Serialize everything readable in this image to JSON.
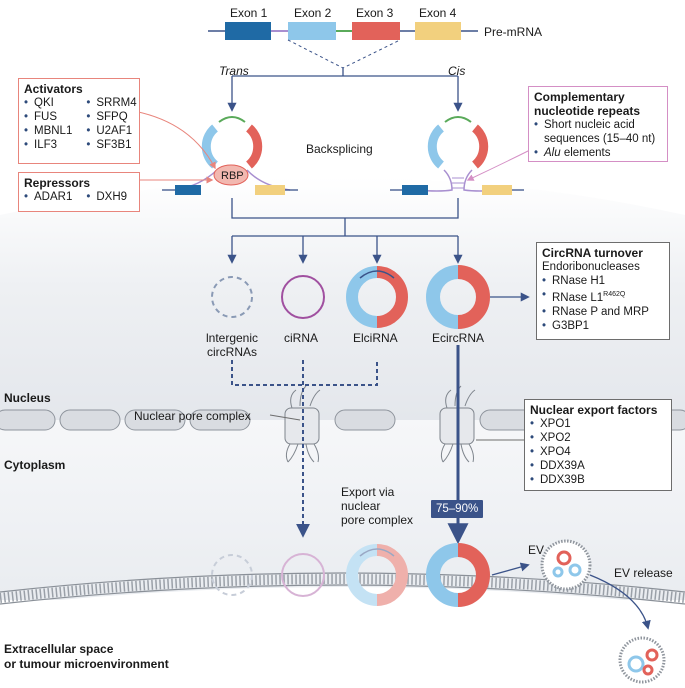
{
  "exons": [
    "Exon 1",
    "Exon 2",
    "Exon 3",
    "Exon 4"
  ],
  "pre_mrna": "Pre-mRNA",
  "trans": "Trans",
  "cis": "Cis",
  "backsplicing": "Backsplicing",
  "rbp": "RBP",
  "activators": {
    "title": "Activators",
    "col1": [
      "QKI",
      "FUS",
      "MBNL1",
      "ILF3"
    ],
    "col2": [
      "SRRM4",
      "SFPQ",
      "U2AF1",
      "SF3B1"
    ]
  },
  "repressors": {
    "title": "Repressors",
    "items": [
      "ADAR1",
      "DXH9"
    ]
  },
  "complementary": {
    "title_line1": "Complementary",
    "title_line2": "nucleotide repeats",
    "item1_line1": "Short nucleic acid",
    "item1_line2": "sequences (15–40 nt)",
    "item2_italic": "Alu",
    "item2_rest": " elements"
  },
  "circ_types": {
    "intergenic_line1": "lntergenic",
    "intergenic_line2": "circRNAs",
    "cirna": "ciRNA",
    "elcirna": "ElciRNA",
    "ecirc": "EcircRNA"
  },
  "turnover": {
    "title": "CircRNA turnover",
    "subtitle": "Endoribonucleases",
    "rnase_h1": "RNase H1",
    "rnase_l1": "RNase L1",
    "rnase_l1_sup": "R462Q",
    "rnase_p": "RNase P and MRP",
    "g3bp1": "G3BP1"
  },
  "nucleus": "Nucleus",
  "cytoplasm": "Cytoplasm",
  "npc": "Nuclear pore complex",
  "export_via": [
    "Export via",
    "nuclear",
    "pore complex"
  ],
  "percent": "75–90%",
  "export_factors": {
    "title": "Nuclear export factors",
    "items": [
      "XPO1",
      "XPO2",
      "XPO4",
      "DDX39A",
      "DDX39B"
    ]
  },
  "ev": "EV",
  "ev_release": "EV release",
  "extracellular_line1": "Extracellular space",
  "extracellular_line2": "or tumour microenvironment",
  "colors": {
    "exon1": "#1f6aa5",
    "exon2": "#8ec7ea",
    "exon3": "#e2625a",
    "exon4": "#f2d07e",
    "arrow": "#3b5389",
    "nucleus_bg": "#eceef2"
  }
}
